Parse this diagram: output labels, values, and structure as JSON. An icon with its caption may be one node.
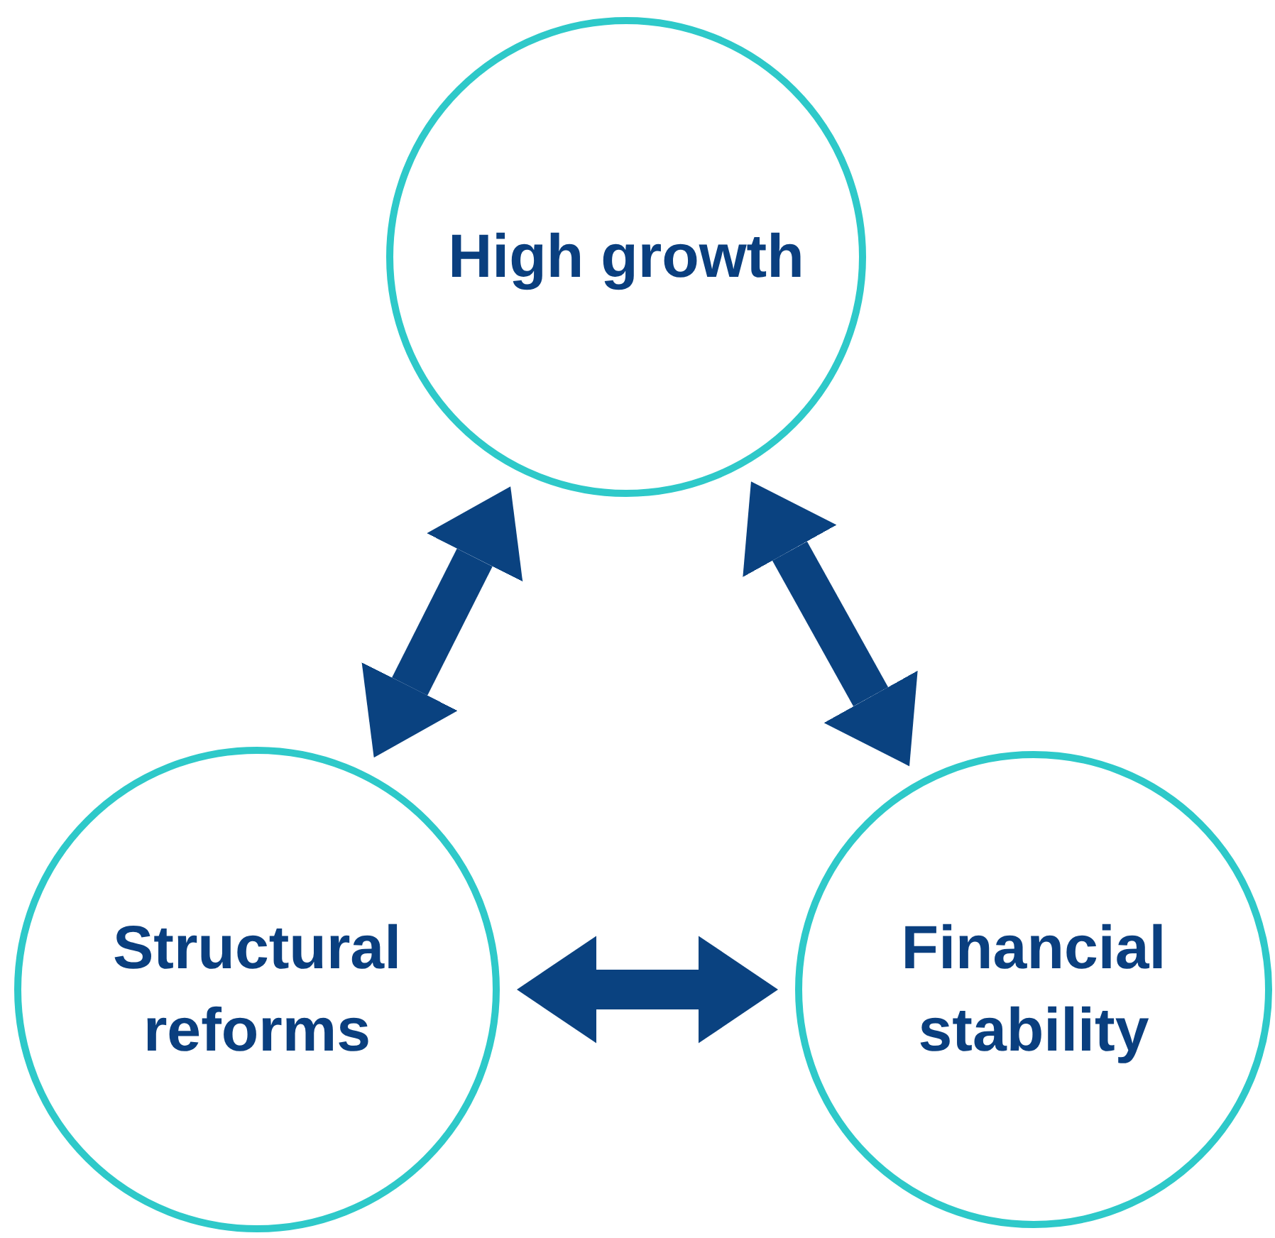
{
  "diagram": {
    "nodes": [
      {
        "text": [
          "High growth"
        ]
      },
      {
        "text": [
          "Structural reforms"
        ]
      },
      {
        "text": [
          "Financial stability"
        ]
      }
    ],
    "edges": [
      {
        "from": 1,
        "to": 0,
        "arrow": "both"
      },
      {
        "from": 0,
        "to": 2,
        "arrow": "both"
      },
      {
        "from": 1,
        "to": 2,
        "arrow": "both"
      }
    ]
  }
}
